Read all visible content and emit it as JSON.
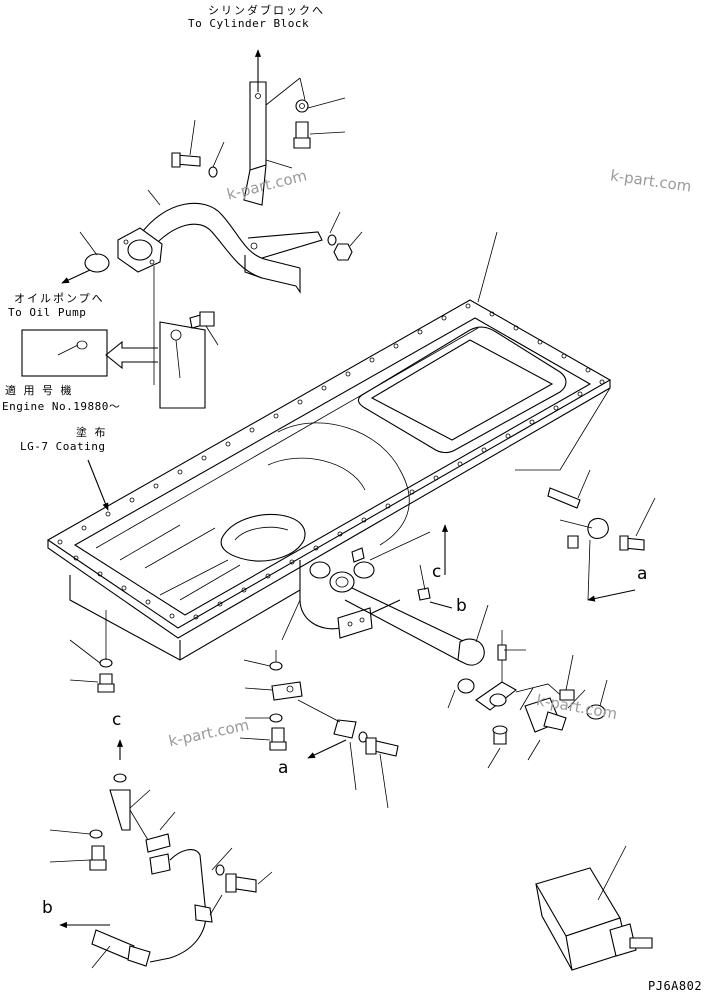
{
  "labels": {
    "to_block_jp": "シリンダブロックへ",
    "to_block_en": "To Cylinder Block",
    "to_pump_jp": "オイルポンプへ",
    "to_pump_en": "To Oil Pump",
    "serial_jp": "適 用 号 機",
    "serial_en": "Engine No.19880～",
    "coating_jp": "塗 布",
    "coating_en": "LG-7 Coating",
    "drawing_code": "PJ6A802"
  },
  "callouts": {
    "a1": "a",
    "a2": "a",
    "b1": "b",
    "b2": "b",
    "c1": "c",
    "c2": "c"
  },
  "watermarks": {
    "w1": "k-part.com",
    "w2": "k-part.com",
    "w3": "k-part.com",
    "w4": "k-part.com"
  }
}
